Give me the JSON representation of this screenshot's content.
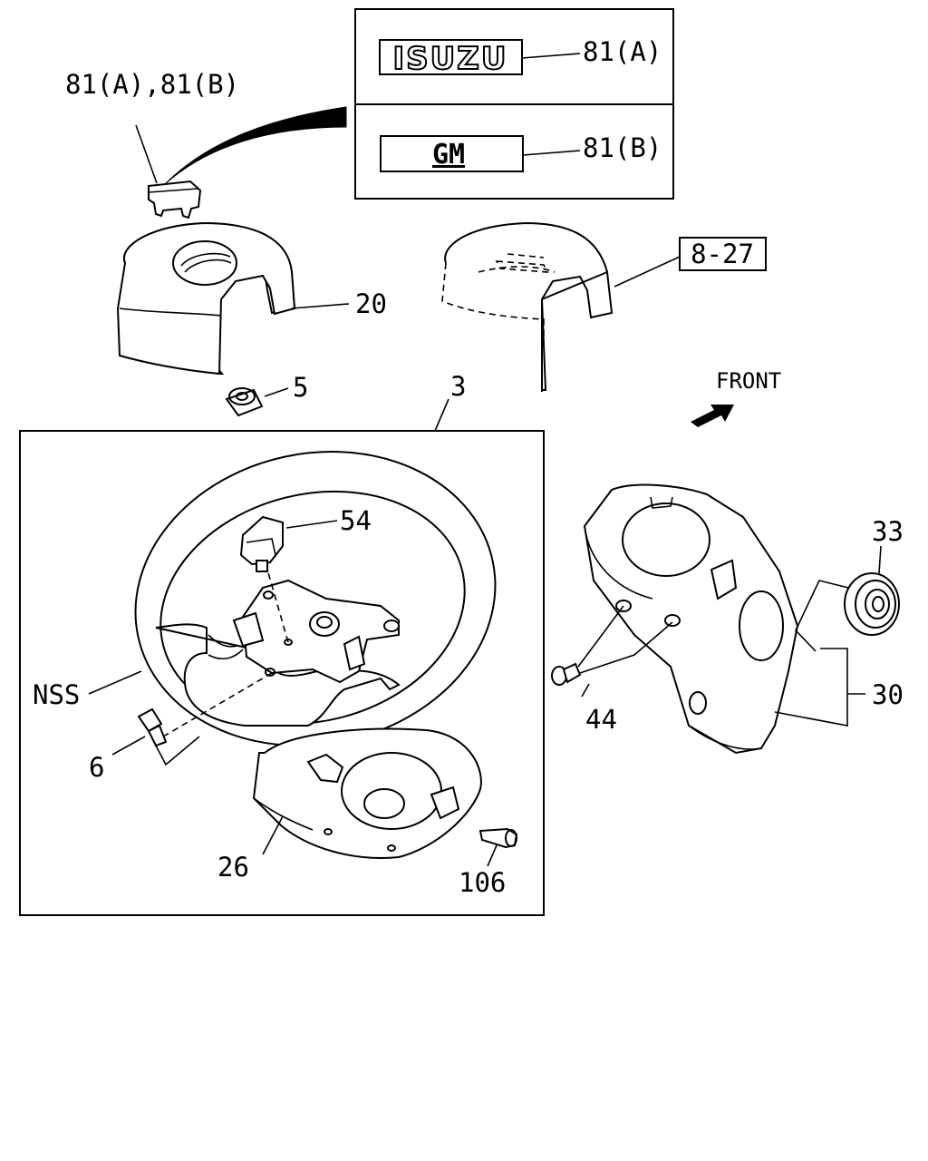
{
  "labels": {
    "top_callout": "81(A),81(B)",
    "isuzu_ref": "81(A)",
    "gm_ref": "81(B)",
    "ref_box": "8-27",
    "horn_pad": "20",
    "nut": "5",
    "wheel_assembly": "3",
    "front": "FRONT",
    "connector": "54",
    "grommet": "33",
    "wheel": "NSS",
    "bolt_left": "6",
    "screw": "44",
    "column_cover": "30",
    "lower_cover": "26",
    "bolt_right": "106"
  },
  "emblems": {
    "isuzu": "ISUZU",
    "gm": "GM"
  }
}
